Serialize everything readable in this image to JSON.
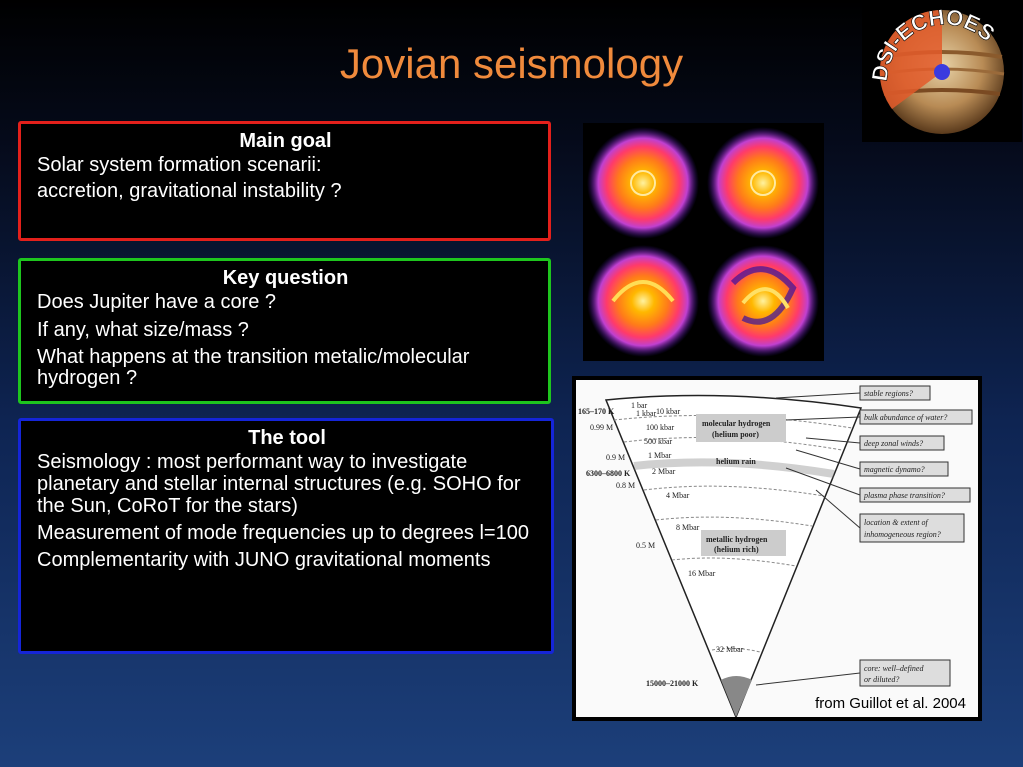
{
  "slide": {
    "title": "Jovian seismology"
  },
  "main_goal": {
    "heading": "Main goal",
    "lines": [
      "Solar system formation scenarii:",
      "accretion, gravitational instability ?"
    ]
  },
  "key_question": {
    "heading": "Key question",
    "lines": [
      "Does Jupiter have a core ?",
      "If any, what size/mass ?",
      "What happens at the transition metalic/molecular hydrogen ?"
    ]
  },
  "tool": {
    "heading": "The tool",
    "lines": [
      "Seismology : most performant way to investigate planetary and stellar internal structures (e.g. SOHO for the Sun, CoRoT for the stars)",
      "Measurement of mode frequencies up to degrees l=100",
      "Complementarity with JUNO gravitational moments"
    ]
  },
  "logo": {
    "text": "DSI-ECHOES"
  },
  "diagram": {
    "credit": "from Guillot et al. 2004",
    "left_labels": [
      "165–170 K",
      "0.99 M",
      "0.9 M",
      "6300–6800 K",
      "0.8 M",
      "0.5 M",
      "15000–21000 K"
    ],
    "pressure_labels": [
      "1 bar",
      "1 kbar",
      "10 kbar",
      "100 kbar",
      "500 kbar",
      "1 Mbar",
      "2 Mbar",
      "4 Mbar",
      "8 Mbar",
      "16 Mbar",
      "32 Mbar"
    ],
    "regions": [
      "molecular hydrogen",
      "(helium poor)",
      "helium rain",
      "metallic hydrogen",
      "(helium rich)"
    ],
    "questions": [
      "stable regions?",
      "bulk abundance of water?",
      "deep zonal winds?",
      "magnetic dynamo?",
      "plasma phase transition?",
      "location & extent of",
      "inhomogeneous region?",
      "core: well–defined",
      "or diluted?"
    ]
  }
}
